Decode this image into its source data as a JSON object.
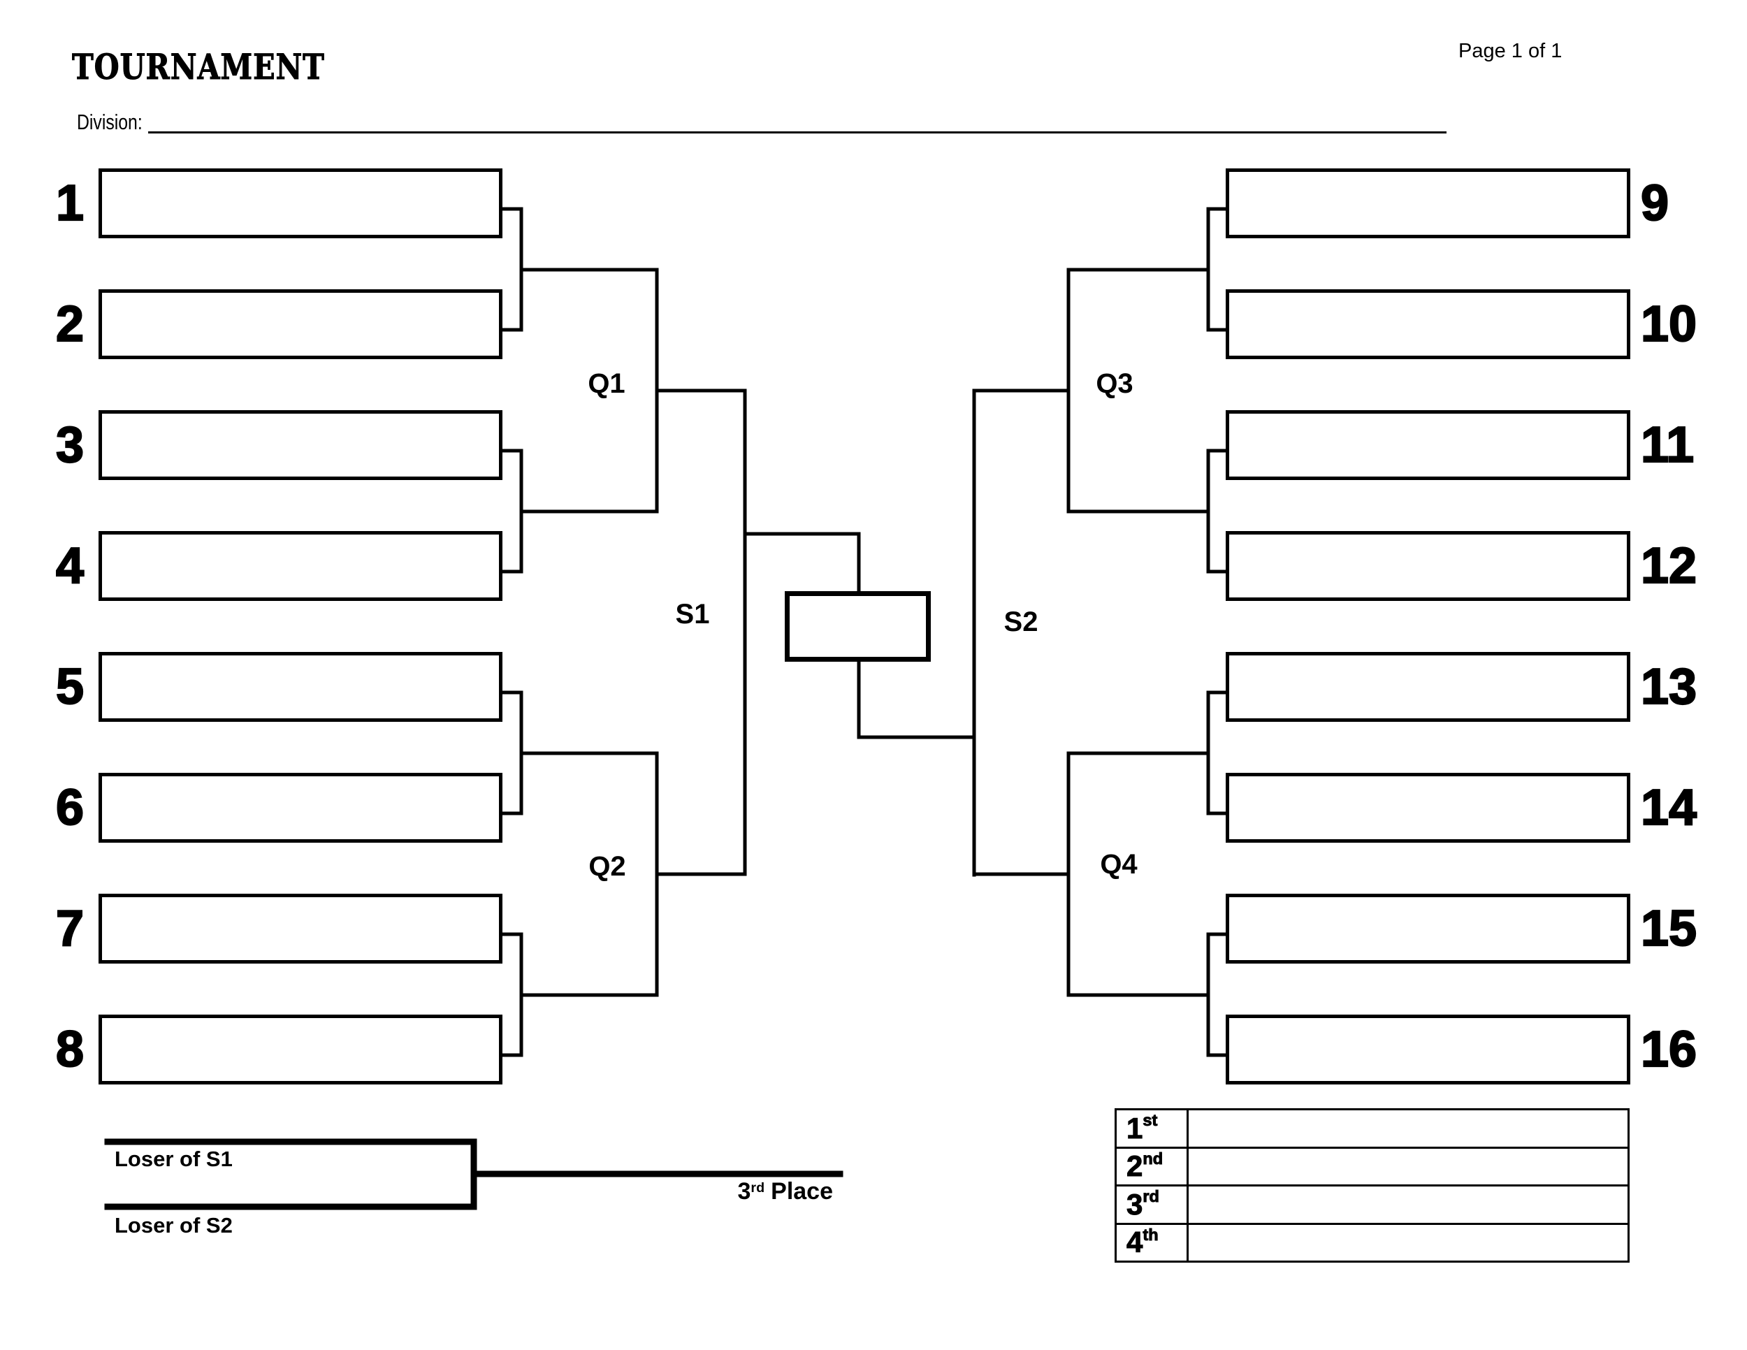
{
  "header": {
    "title": "TOURNAMENT",
    "page_label": "Page 1 of 1",
    "division_label": "Division:"
  },
  "bracket": {
    "left_seeds": [
      "1",
      "2",
      "3",
      "4",
      "5",
      "6",
      "7",
      "8"
    ],
    "right_seeds": [
      "9",
      "10",
      "11",
      "12",
      "13",
      "14",
      "15",
      "16"
    ],
    "rounds": {
      "q1": "Q1",
      "q2": "Q2",
      "q3": "Q3",
      "q4": "Q4",
      "s1": "S1",
      "s2": "S2"
    }
  },
  "third_place": {
    "loser_s1": "Loser of S1",
    "loser_s2": "Loser of S2",
    "place_num": "3",
    "place_ord": "rd",
    "place_word": "Place"
  },
  "placings": {
    "rows": [
      {
        "num": "1",
        "ord": "st"
      },
      {
        "num": "2",
        "ord": "nd"
      },
      {
        "num": "3",
        "ord": "rd"
      },
      {
        "num": "4",
        "ord": "th"
      }
    ]
  }
}
